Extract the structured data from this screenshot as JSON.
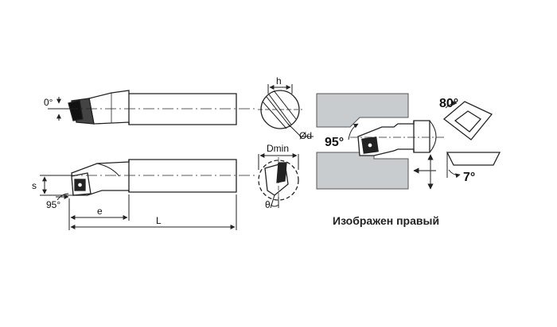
{
  "labels": {
    "angle_top": "0°",
    "s": "s",
    "angle_side": "95°",
    "e": "e",
    "L": "L",
    "h": "h",
    "d": "Ød",
    "dmin": "Dmin",
    "theta": "θ",
    "approach_angle": "95°",
    "insert_angle": "80°",
    "clearance_angle": "7°"
  },
  "caption": "Изображен правый"
}
